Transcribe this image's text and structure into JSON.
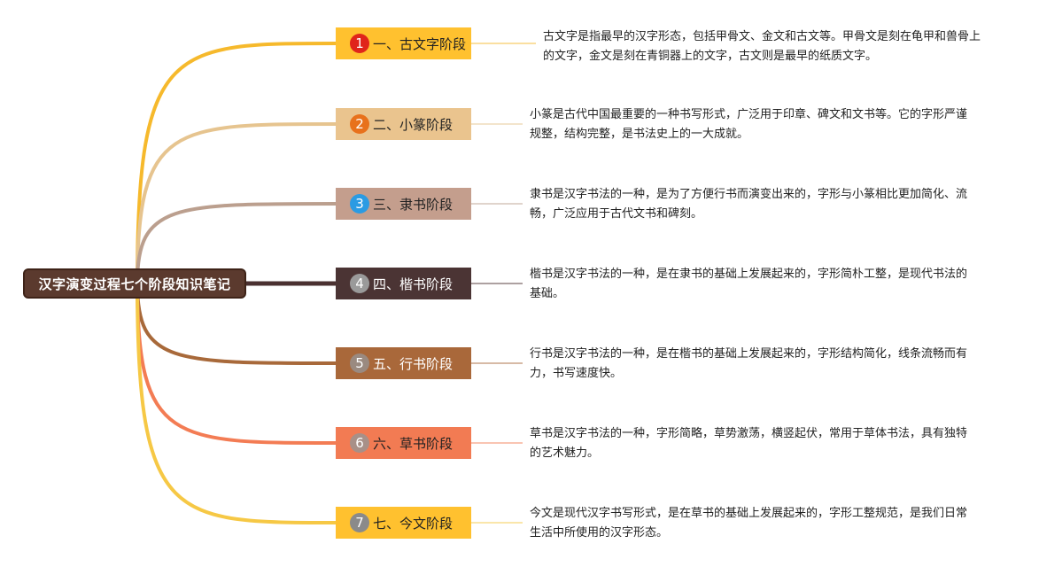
{
  "root": {
    "title": "汉字演变过程七个阶段知识笔记",
    "color": "#5b3a2e"
  },
  "stages": [
    {
      "number": "1",
      "label": "一、古文字阶段",
      "node_color": "#ffc12f",
      "badge_color": "#e0251b",
      "text_color": "#222222",
      "branch_color": "#f6b92c",
      "note": "古文字是指最早的汉字形态，包括甲骨文、金文和古文等。甲骨文是刻在龟甲和兽骨上的文字，金文是刻在青铜器上的文字，古文则是最早的纸质文字。"
    },
    {
      "number": "2",
      "label": "二、小篆阶段",
      "node_color": "#eac48e",
      "badge_color": "#e8711c",
      "text_color": "#222222",
      "branch_color": "#e6c48f",
      "note": "小篆是古代中国最重要的一种书写形式，广泛用于印章、碑文和文书等。它的字形严谨规整，结构完整，是书法史上的一大成就。"
    },
    {
      "number": "3",
      "label": "三、隶书阶段",
      "node_color": "#c49e8d",
      "badge_color": "#2b9be3",
      "text_color": "#222222",
      "branch_color": "#bb9f8e",
      "note": "隶书是汉字书法的一种，是为了方便行书而演变出来的，字形与小篆相比更加简化、流畅，广泛应用于古代文书和碑刻。"
    },
    {
      "number": "4",
      "label": "四、楷书阶段",
      "node_color": "#4b3434",
      "badge_color": "#9a9a9a",
      "text_color": "#ffffff",
      "branch_color": "#4a3030",
      "note": "楷书是汉字书法的一种，是在隶书的基础上发展起来的，字形简朴工整，是现代书法的基础。"
    },
    {
      "number": "5",
      "label": "五、行书阶段",
      "node_color": "#a9683a",
      "badge_color": "#9a8a80",
      "text_color": "#ffffff",
      "branch_color": "#a8693a",
      "note": "行书是汉字书法的一种，是在楷书的基础上发展起来的，字形结构简化，线条流畅而有力，书写速度快。"
    },
    {
      "number": "6",
      "label": "六、草书阶段",
      "node_color": "#f27b53",
      "badge_color": "#a89088",
      "text_color": "#222222",
      "branch_color": "#f37c54",
      "note": "草书是汉字书法的一种，字形简略，草势激荡，横竖起伏，常用于草体书法，具有独特的艺术魅力。"
    },
    {
      "number": "7",
      "label": "七、今文阶段",
      "node_color": "#ffc12f",
      "badge_color": "#8a8a8a",
      "text_color": "#222222",
      "branch_color": "#f6c845",
      "note": "今文是现代汉字书写形式，是在草书的基础上发展起来的，字形工整规范，是我们日常生活中所使用的汉字形态。"
    }
  ]
}
